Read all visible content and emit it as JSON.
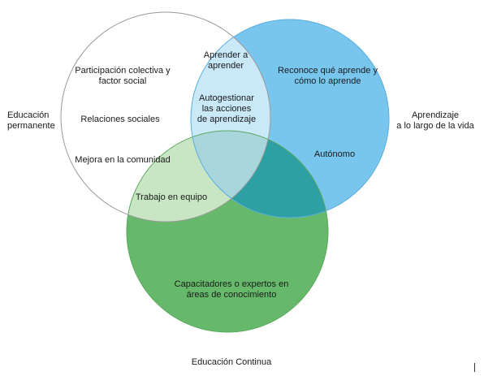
{
  "diagram": {
    "circles": [
      {
        "id": "educacion-permanente",
        "label": "Educación\npermanente",
        "fill": "#ffffff",
        "stroke": "#9a9a9a"
      },
      {
        "id": "aprendizaje-largo-vida",
        "label": "Aprendizaje\na lo largo de la vida",
        "fill": "#78c6ee",
        "stroke": "#5aaedc"
      },
      {
        "id": "educacion-continua",
        "label": "Educación Continua",
        "fill": "#66b96a",
        "stroke": "#5aa85e"
      }
    ],
    "overlap_colors": {
      "permanente_aprendizaje": "#c9e8f8",
      "permanente_continua": "#c8e6c4",
      "aprendizaje_continua": "#2e9fa3",
      "all_three": "#a8d6dc"
    },
    "regions": {
      "permanente_only": [
        "Participación colectiva y\nfactor social",
        "Relaciones sociales",
        "Mejora en la comunidad"
      ],
      "aprendizaje_only": [
        "Reconoce qué aprende y\ncómo lo aprende",
        "Autónomo"
      ],
      "continua_only": [
        "Capacitadores o expertos en\náreas de conocimiento"
      ],
      "permanente_aprendizaje": "Aprender a\naprender",
      "all_three": "Autogestionar\nlas acciones\nde aprendizaje",
      "permanente_continua": "Trabajo en equipo"
    }
  }
}
